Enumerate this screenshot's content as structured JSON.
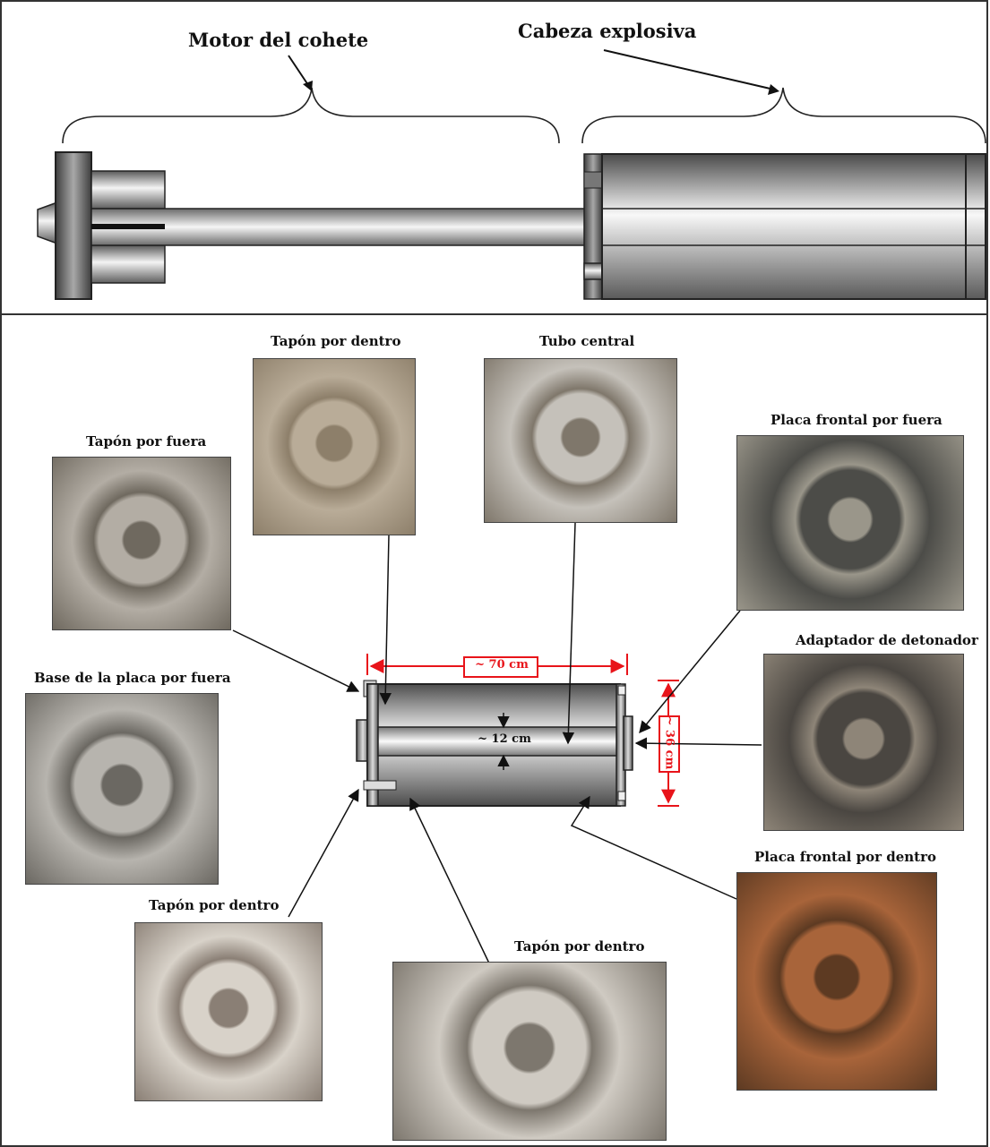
{
  "top": {
    "motor_label": "Motor del cohete",
    "warhead_label": "Cabeza explosiva"
  },
  "photos": [
    {
      "key": "tapon-por-dentro-top",
      "label": "Tapón por dentro",
      "colors": [
        "#b9ac98",
        "#8d7f6a"
      ]
    },
    {
      "key": "tubo-central",
      "label": "Tubo central",
      "colors": [
        "#c5c1ba",
        "#7f776b"
      ]
    },
    {
      "key": "tapon-por-fuera",
      "label": "Tapón por fuera",
      "colors": [
        "#b3ada4",
        "#6f695f"
      ]
    },
    {
      "key": "placa-frontal-por-fuera",
      "label": "Placa frontal por fuera",
      "colors": [
        "#4c4c48",
        "#9a968a"
      ]
    },
    {
      "key": "adaptador-de-detonador",
      "label": "Adaptador de detonador",
      "colors": [
        "#4a4641",
        "#8e8578"
      ]
    },
    {
      "key": "base-de-la-placa-por-fuera",
      "label": "Base de la placa por fuera",
      "colors": [
        "#b7b4ae",
        "#6b6862"
      ]
    },
    {
      "key": "tapon-por-dentro-left",
      "label": "Tapón por dentro",
      "colors": [
        "#d8d2c9",
        "#8a7f75"
      ]
    },
    {
      "key": "tapon-por-dentro-bottom",
      "label": "Tapón por dentro",
      "colors": [
        "#cfcac2",
        "#7d776e"
      ]
    },
    {
      "key": "placa-frontal-por-dentro",
      "label": "Placa frontal por dentro",
      "colors": [
        "#a8643a",
        "#5d3a22"
      ]
    }
  ],
  "dimensions": {
    "length": "~ 70 cm",
    "diameter": "~ 36 cm",
    "tube": "~ 12 cm"
  },
  "colors": {
    "dimension_red": "#e8141a",
    "metal_light": "#f2f2f2",
    "metal_dark": "#555555"
  }
}
